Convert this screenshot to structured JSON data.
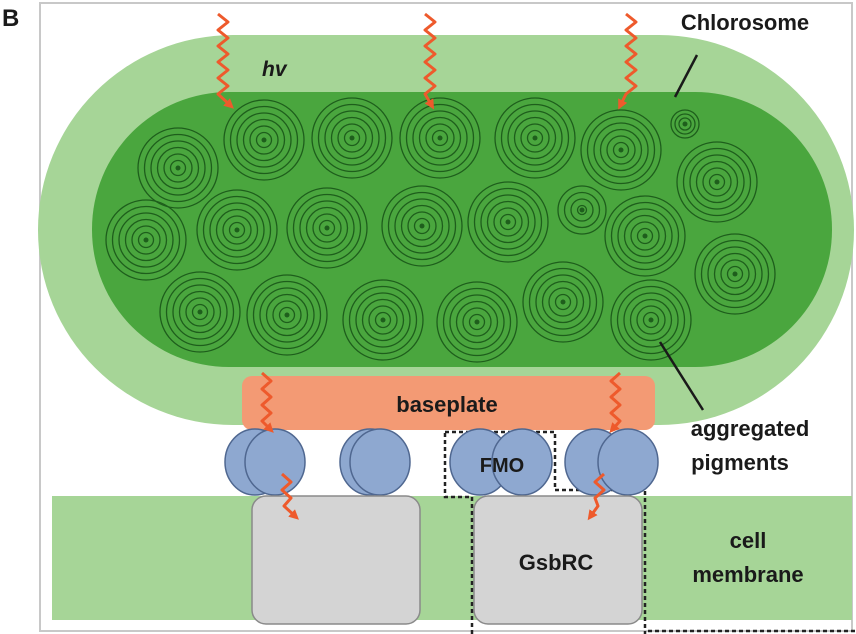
{
  "panel_letter": "B",
  "labels": {
    "hv": "hv",
    "chlorosome": "Chlorosome",
    "baseplate": "baseplate",
    "fmo": "FMO",
    "aggregated_line1": "aggregated",
    "aggregated_line2": "pigments",
    "gsbrc": "GsbRC",
    "cell_line1": "cell",
    "cell_line2": "membrane"
  },
  "colors": {
    "outer_chlorosome": "#a6d597",
    "inner_chlorosome": "#4aa63e",
    "ring_stroke": "#1e5e1c",
    "baseplate": "#f39a74",
    "fmo": "#8ea8d0",
    "fmo_stroke": "#4f6790",
    "membrane": "#a6d597",
    "reaction_center": "#d4d4d4",
    "arrow": "#ee5a2c"
  },
  "icons": {
    "photon": "wavy-arrow-icon"
  }
}
